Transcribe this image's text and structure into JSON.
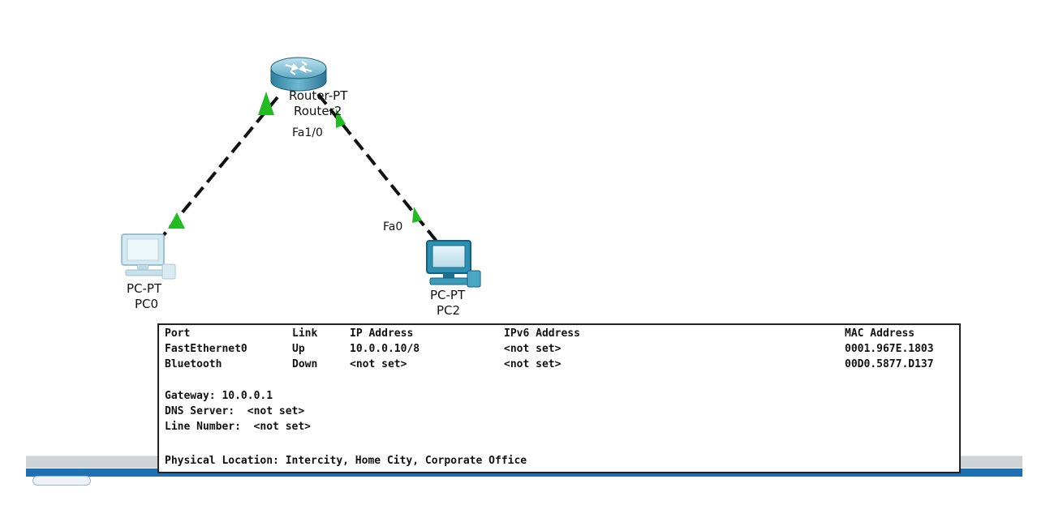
{
  "devices": {
    "router": {
      "model": "Router-PT",
      "name": "Router2"
    },
    "pc0": {
      "model": "PC-PT",
      "name": "PC0"
    },
    "pc2": {
      "model": "PC-PT",
      "name": "PC2"
    }
  },
  "ports": {
    "router_fa": "Fa1/0",
    "pc2_fa": "Fa0"
  },
  "link_status_color": "#22bb22",
  "info": {
    "headers": {
      "port": "Port",
      "link": "Link",
      "ip": "IP Address",
      "ipv6": "IPv6 Address",
      "mac": "MAC Address"
    },
    "rows": [
      {
        "port": "FastEthernet0",
        "link": "Up",
        "ip": "10.0.0.10/8",
        "ipv6": "<not set>",
        "mac": "0001.967E.1803"
      },
      {
        "port": "Bluetooth",
        "link": "Down",
        "ip": "<not set>",
        "ipv6": "<not set>",
        "mac": "00D0.5877.D137"
      }
    ],
    "gateway": "Gateway: 10.0.0.1",
    "dns": "DNS Server:  <not set>",
    "line_number": "Line Number:  <not set>",
    "location": "Physical Location: Intercity, Home City, Corporate Office"
  }
}
